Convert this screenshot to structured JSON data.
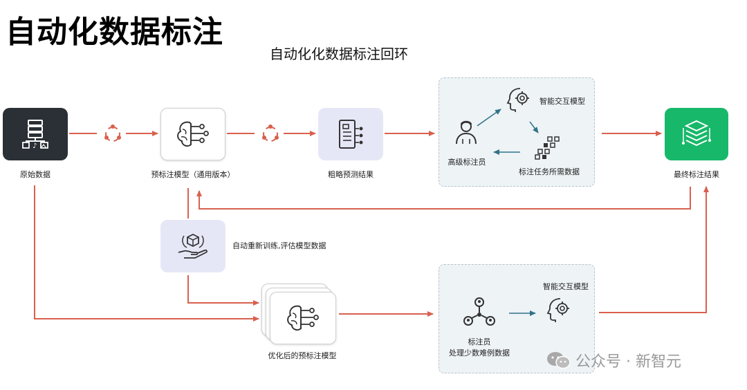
{
  "header": {
    "title": "自动化数据标注",
    "subtitle": "自动化化数据标注回环"
  },
  "nodes": {
    "raw_data": "原始数据",
    "pre_model": "预标注模型（通用版本）",
    "rough_result": "粗略预测结果",
    "senior_annotator": "高级标注员",
    "smart_model_top": "智能交互模型",
    "task_data": "标注任务所需数据",
    "final_result": "最终标注结果",
    "retrain": "自动重新训练,评估模型数据",
    "optimized_model": "优化后的预标注模型",
    "smart_model_bottom": "智能交互模型",
    "annotator": "标注员",
    "hard_cases": "处理少数难例数据"
  },
  "watermark": {
    "text": "公众号 · 新智元"
  },
  "colors": {
    "arrow": "#d9604d",
    "teal_arrow": "#2f7388",
    "green": "#17b86a",
    "dark": "#2b2f36"
  }
}
